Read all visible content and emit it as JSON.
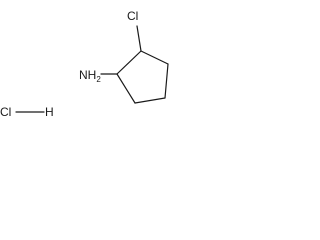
{
  "molecule": {
    "ring_substituent_label": "Cl",
    "amine_label": "NH",
    "amine_subscript": "2",
    "salt_halogen_label": "Cl",
    "salt_hydrogen_label": "H"
  }
}
